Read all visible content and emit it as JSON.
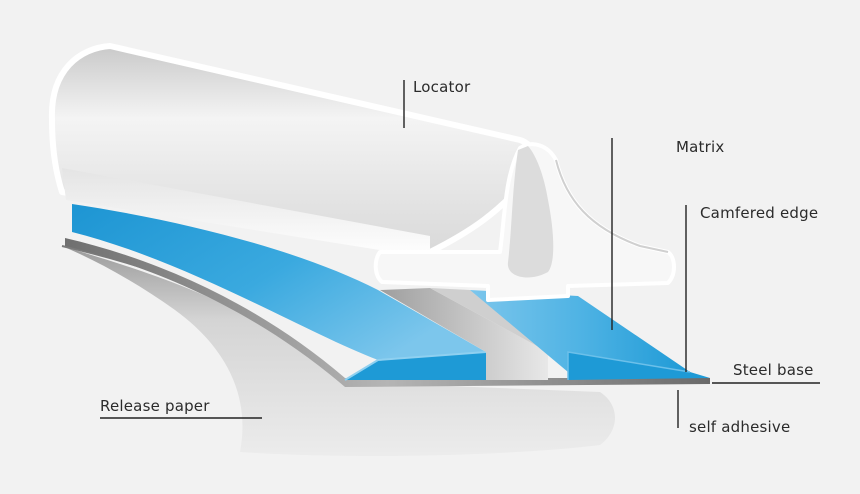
{
  "labels": {
    "locator": "Locator",
    "matrix": "Matrix",
    "camfered_edge": "Camfered edge",
    "steel_base": "Steel base",
    "release_paper": "Release paper",
    "self_adhesive": "self adhesive"
  },
  "colors": {
    "background": "#f2f2f2",
    "matrix_blue": "#1e9ad6",
    "matrix_blue_light": "#7cc6ec",
    "locator_white": "#e6e6e6",
    "steel_gray": "#8c8c8c",
    "release_paper_gray": "#d2d2d2",
    "leader_line": "#222222"
  }
}
